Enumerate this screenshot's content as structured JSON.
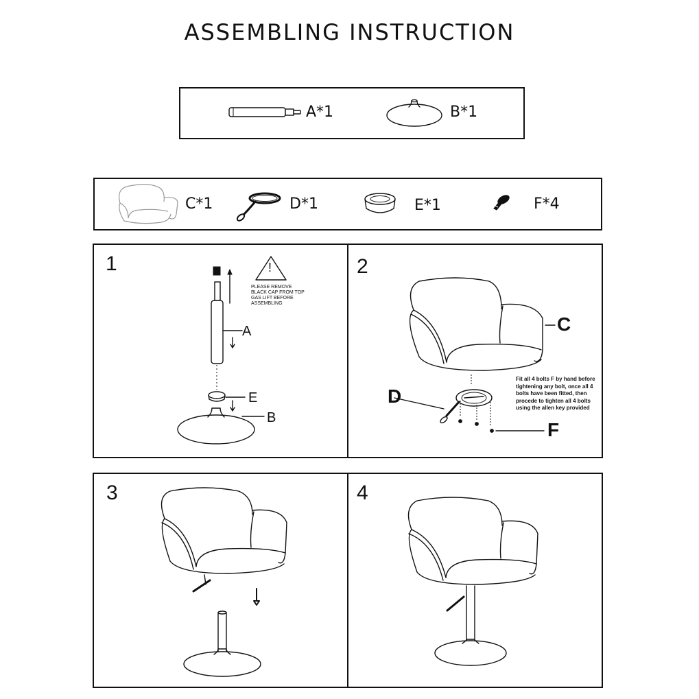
{
  "title": "ASSEMBLING INSTRUCTION",
  "parts_row1": [
    {
      "label": "A*1",
      "icon": "gas-lift-icon"
    },
    {
      "label": "B*1",
      "icon": "base-plate-icon"
    }
  ],
  "parts_row2": [
    {
      "label": "C*1",
      "icon": "chair-seat-icon"
    },
    {
      "label": "D*1",
      "icon": "lever-icon"
    },
    {
      "label": "E*1",
      "icon": "ring-cover-icon"
    },
    {
      "label": "F*4",
      "icon": "bolt-icon"
    }
  ],
  "steps": [
    {
      "number": "1",
      "labels": {
        "a": "A",
        "e": "E",
        "b": "B"
      },
      "warning": "PLEASE REMOVE BLACK CAP FROM TOP GAS LIFT BEFORE ASSEMBLING",
      "warning_symbol": "!"
    },
    {
      "number": "2",
      "labels": {
        "c": "C",
        "d": "D",
        "f": "F"
      },
      "note": "Fit all 4 bolts F by hand before tightening any bolt, once all 4 bolts have been fitted, then procede to tighten all 4 bolts using the allen key provided"
    },
    {
      "number": "3"
    },
    {
      "number": "4"
    }
  ]
}
